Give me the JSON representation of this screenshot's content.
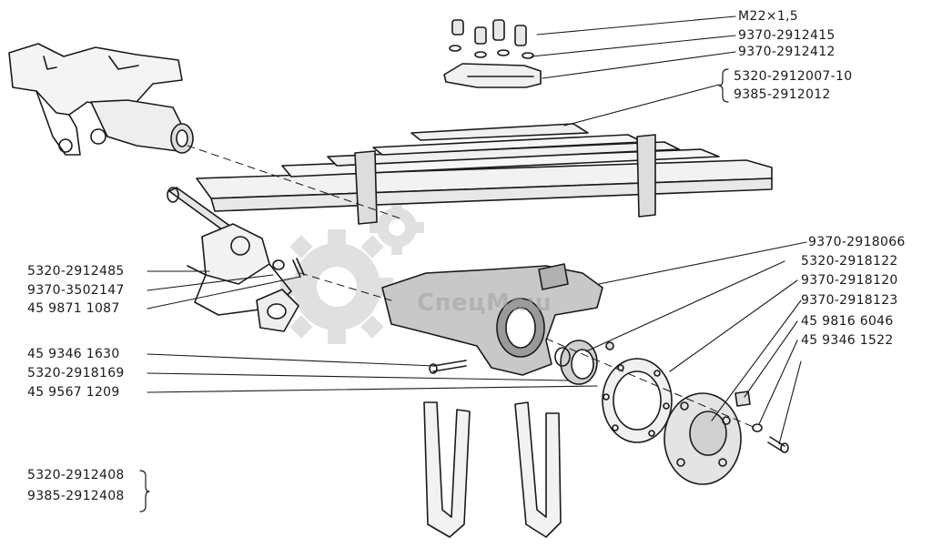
{
  "watermark": "СпецМаш",
  "left_labels": [
    "5320-2912485",
    "9370-3502147",
    "45 9871 1087",
    "45 9346 1630",
    "5320-2918169",
    "45 9567 1209"
  ],
  "bottom_left_labels": [
    "5320-2912408",
    "9385-2912408"
  ],
  "right_top_labels": [
    "M22×1,5",
    "9370-2912415",
    "9370-2912412"
  ],
  "right_group_labels": [
    "5320-2912007-10",
    "9385-2912012"
  ],
  "right_mid_labels": [
    "9370-2918066",
    "5320-2918122",
    "9370-2918120",
    "9370-2918123",
    "45 9816 6046",
    "45 9346 1522"
  ]
}
